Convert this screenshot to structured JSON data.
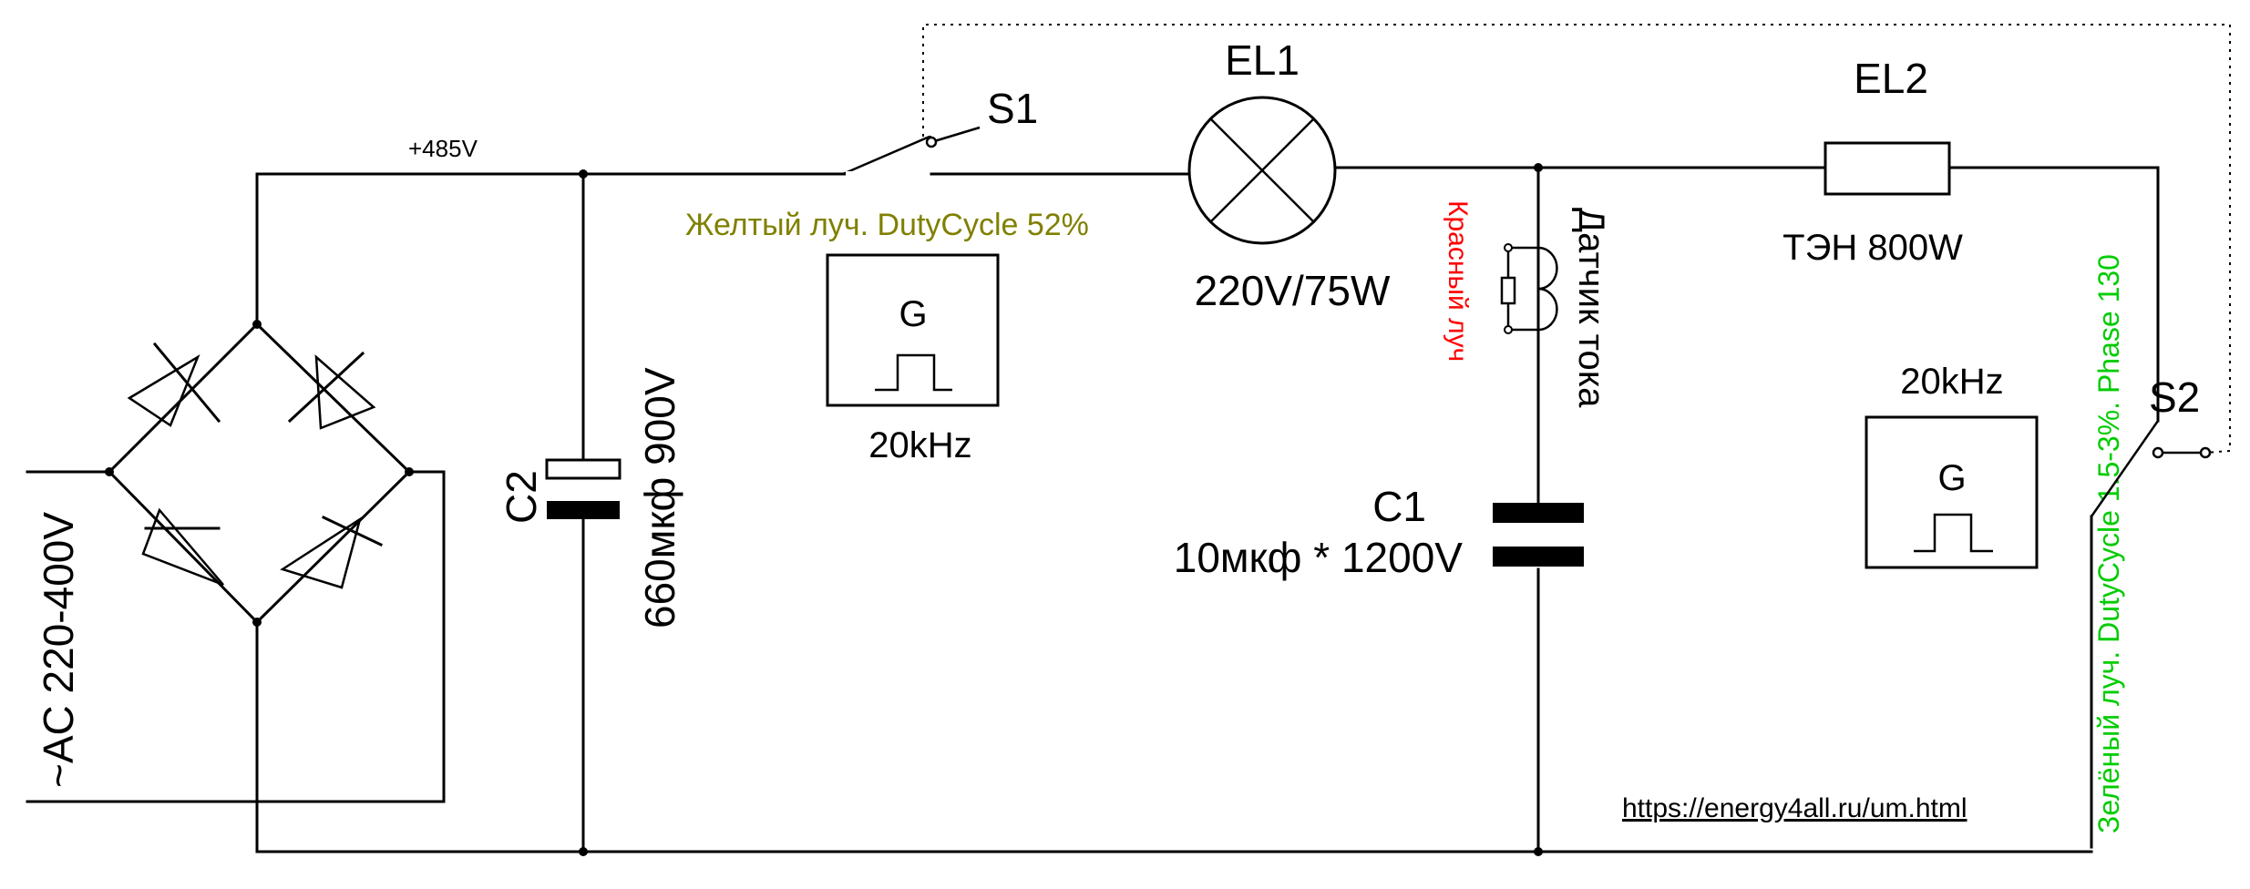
{
  "labels": {
    "voltage_rail": "+485V",
    "ac_input": "~AC 220-400V",
    "c2_ref": "C2",
    "c2_value": "660мкф  900V",
    "s1_ref": "S1",
    "yellow_beam": "Желтый луч. DutyCycle 52%",
    "gen1_letter": "G",
    "gen1_freq": "20kHz",
    "el1_ref": "EL1",
    "el1_value": "220V/75W",
    "red_beam": "Красный луч",
    "current_sensor": "Датчик тока",
    "c1_ref": "C1",
    "c1_value": "10мкф * 1200V",
    "el2_ref": "EL2",
    "el2_value": "ТЭН 800W",
    "green_beam": "Зелёный луч. DutyCycle 1.5-3%.  Phase 130",
    "gen2_freq": "20kHz",
    "gen2_letter": "G",
    "s2_ref": "S2",
    "url": "https://energy4all.ru/um.html"
  },
  "colors": {
    "wire": "#000000",
    "yellow_beam": "#808000",
    "red_beam": "#ff0000",
    "green_beam": "#00cc00"
  }
}
